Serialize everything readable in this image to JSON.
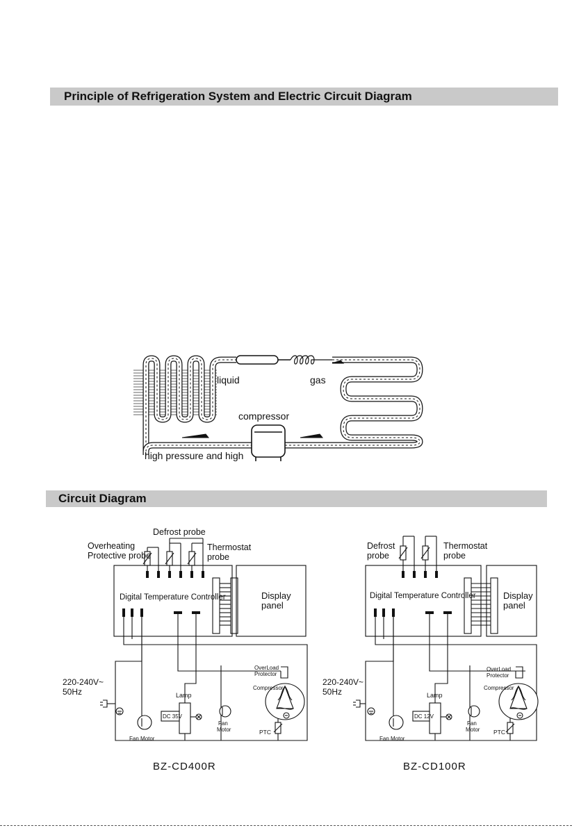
{
  "section_titles": {
    "refrigeration": "Principle of Refrigeration System and Electric Circuit Diagram",
    "circuit": "Circuit Diagram"
  },
  "refrigeration_labels": {
    "liquid": "liquid",
    "gas": "gas",
    "compressor": "compressor",
    "high_pressure": "high pressure and high"
  },
  "circuit_left": {
    "overheating_line1": "Overheating",
    "overheating_line2": "Protective probe",
    "defrost": "Defrost probe",
    "thermostat_line1": "Thermostat",
    "thermostat_line2": "probe",
    "controller": "Digital Temperature Controller",
    "display_line1": "Display",
    "display_line2": "panel",
    "supply_line1": "220-240V~",
    "supply_line2": "50Hz",
    "fan_motor": "Fan Motor",
    "lamp": "Lamp",
    "dc": "DC 35V",
    "fan_motor2_line1": "Fan",
    "fan_motor2_line2": "Motor",
    "overload_line1": "OverLoad",
    "overload_line2": "Protector",
    "compressor": "Compressor",
    "ptc": "PTC",
    "model": "BZ-CD400R"
  },
  "circuit_right": {
    "defrost_line1": "Defrost",
    "defrost_line2": "probe",
    "thermostat_line1": "Thermostat",
    "thermostat_line2": "probe",
    "controller": "Digital Temperature Controller",
    "display_line1": "Display",
    "display_line2": "panel",
    "supply_line1": "220-240V~",
    "supply_line2": "50Hz",
    "fan_motor": "Fan Motor",
    "lamp": "Lamp",
    "dc": "DC 12V",
    "fan_motor2_line1": "Fan",
    "fan_motor2_line2": "Motor",
    "overload_line1": "OverLoad",
    "overload_line2": "Protector",
    "compressor": "Compressor",
    "ptc": "PTC",
    "model": "BZ-CD100R"
  }
}
